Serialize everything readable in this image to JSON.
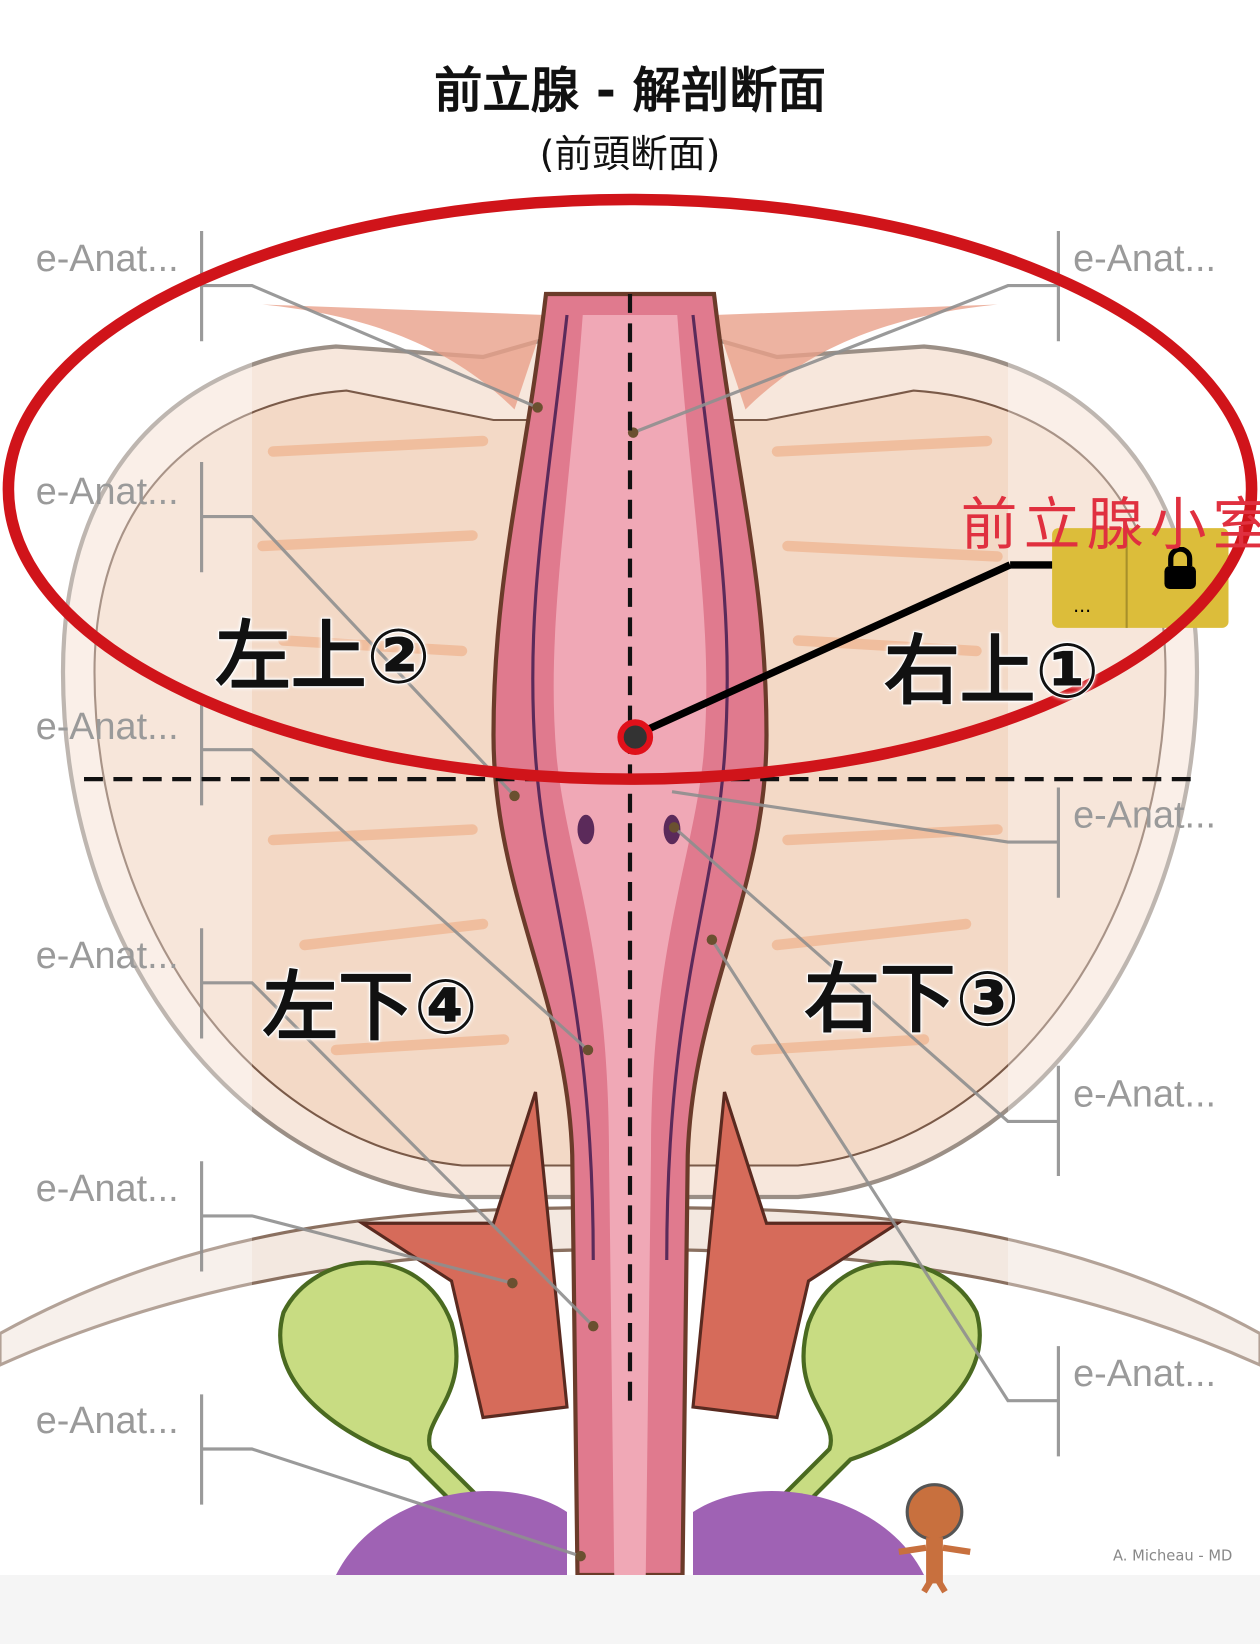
{
  "header": {
    "title": "前立腺 - 解剖断面",
    "subtitle": "(前頭断面)"
  },
  "labels": {
    "left": [
      "e-Anat...",
      "e-Anat...",
      "e-Anat...",
      "e-Anat...",
      "e-Anat...",
      "e-Anat..."
    ],
    "right": [
      "e-Anat...",
      "e-Anat...",
      "e-Anat...",
      "e-Anat..."
    ]
  },
  "quadrants": {
    "q1": "右上①",
    "q2": "左上②",
    "q3": "右下③",
    "q4": "左下④"
  },
  "highlight_label": "前立腺小室",
  "locked_label_ellipsis": "...",
  "credit": "A. Micheau - MD",
  "colors": {
    "annotation_red": "#d0141a",
    "highlight_text": "#e0303f",
    "lock_box": "#dcbd3a"
  }
}
